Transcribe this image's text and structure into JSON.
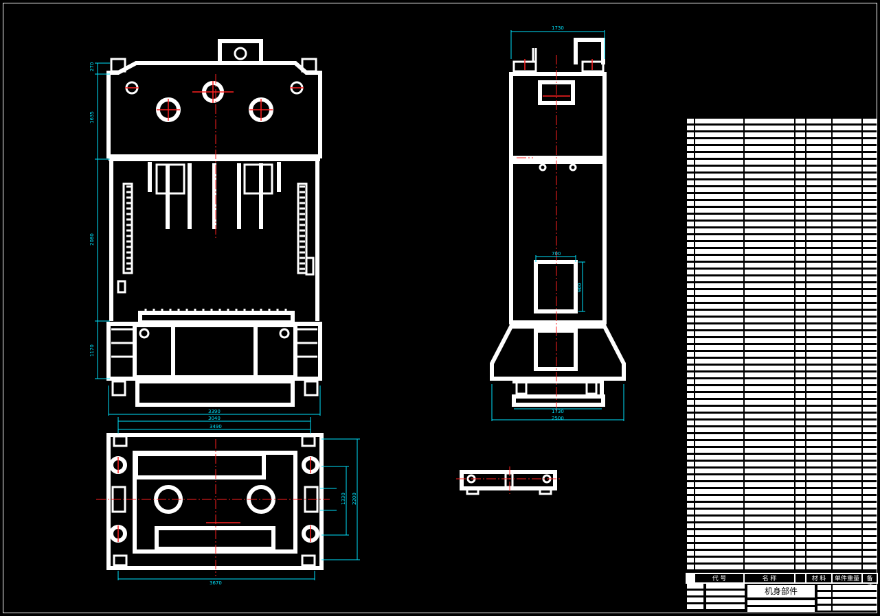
{
  "drawing": {
    "title": "机身部件",
    "bom_header": {
      "code": "代 号",
      "name": "名 称",
      "qty": "",
      "material": "材 料",
      "weight": "单件重量",
      "note": "备 注"
    },
    "bom_row_count": 66
  },
  "dimensions": {
    "front_left_top": "270",
    "front_left_upper": "1635",
    "front_left_mid": "2080",
    "front_left_lower": "1170",
    "front_width_outer": "3390",
    "front_width_inner": "3040",
    "plan_width_top": "3490",
    "plan_width_bottom": "3670",
    "plan_right_outer": "2200",
    "plan_right_inner": "1330",
    "side_width_top": "1730",
    "side_window_w": "700",
    "side_window_h": "900",
    "side_base_inner": "1730",
    "side_base_outer": "2500"
  },
  "colors": {
    "background": "#000000",
    "outline": "#ffffff",
    "centerline": "#ff2020",
    "dimension": "#00e5ff"
  }
}
